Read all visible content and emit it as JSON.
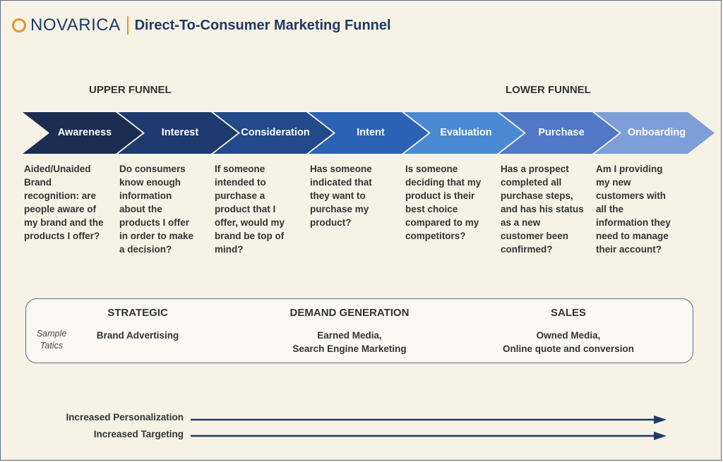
{
  "header": {
    "logo_text": "NOVARICA",
    "title": "Direct-To-Consumer Marketing Funnel"
  },
  "funnel_labels": {
    "upper": "UPPER FUNNEL",
    "lower": "LOWER FUNNEL"
  },
  "stages": [
    {
      "label": "Awareness",
      "color": "#1c2d52",
      "description": "Aided/Unaided\nBrand\nrecognition: are\npeople aware of\nmy brand and the\nproducts I offer?"
    },
    {
      "label": "Interest",
      "color": "#1f3a6e",
      "description": "Do consumers\nknow enough\ninformation\nabout the\nproducts I offer\nin order to make\na decision?"
    },
    {
      "label": "Consideration",
      "color": "#224a8a",
      "description": "If someone\nintended to\npurchase a\nproduct that I\noffer, would my\nbrand be top of\nmind?"
    },
    {
      "label": "Intent",
      "color": "#2b62b5",
      "description": "Has someone\nindicated that\nthey want to\npurchase my\nproduct?"
    },
    {
      "label": "Evaluation",
      "color": "#4a8ad4",
      "description": "Is someone\ndeciding that my\nproduct is their\nbest choice\ncompared to my\ncompetitors?"
    },
    {
      "label": "Purchase",
      "color": "#5078c6",
      "description": "Has a prospect\ncompleted all\npurchase steps,\nand has his status\nas a new\ncustomer been\nconfirmed?"
    },
    {
      "label": "Onboarding",
      "color": "#7d9ed8",
      "description": "Am I providing\nmy new\ncustomers with\nall the\ninformation they\nneed to manage\ntheir account?"
    }
  ],
  "tactics": {
    "sample_label": "Sample\nTatics",
    "columns": [
      {
        "heading": "STRATEGIC",
        "text": "Brand Advertising"
      },
      {
        "heading": "DEMAND GENERATION",
        "text": "Earned Media,\nSearch Engine Marketing"
      },
      {
        "heading": "SALES",
        "text": "Owned Media,\nOnline quote and conversion"
      }
    ]
  },
  "trends": [
    {
      "label": "Increased Personalization"
    },
    {
      "label": "Increased Targeting"
    }
  ],
  "colors": {
    "navy": "#1f3a64",
    "accent_orange": "#e0962c",
    "arrow": "#1f3a64"
  }
}
